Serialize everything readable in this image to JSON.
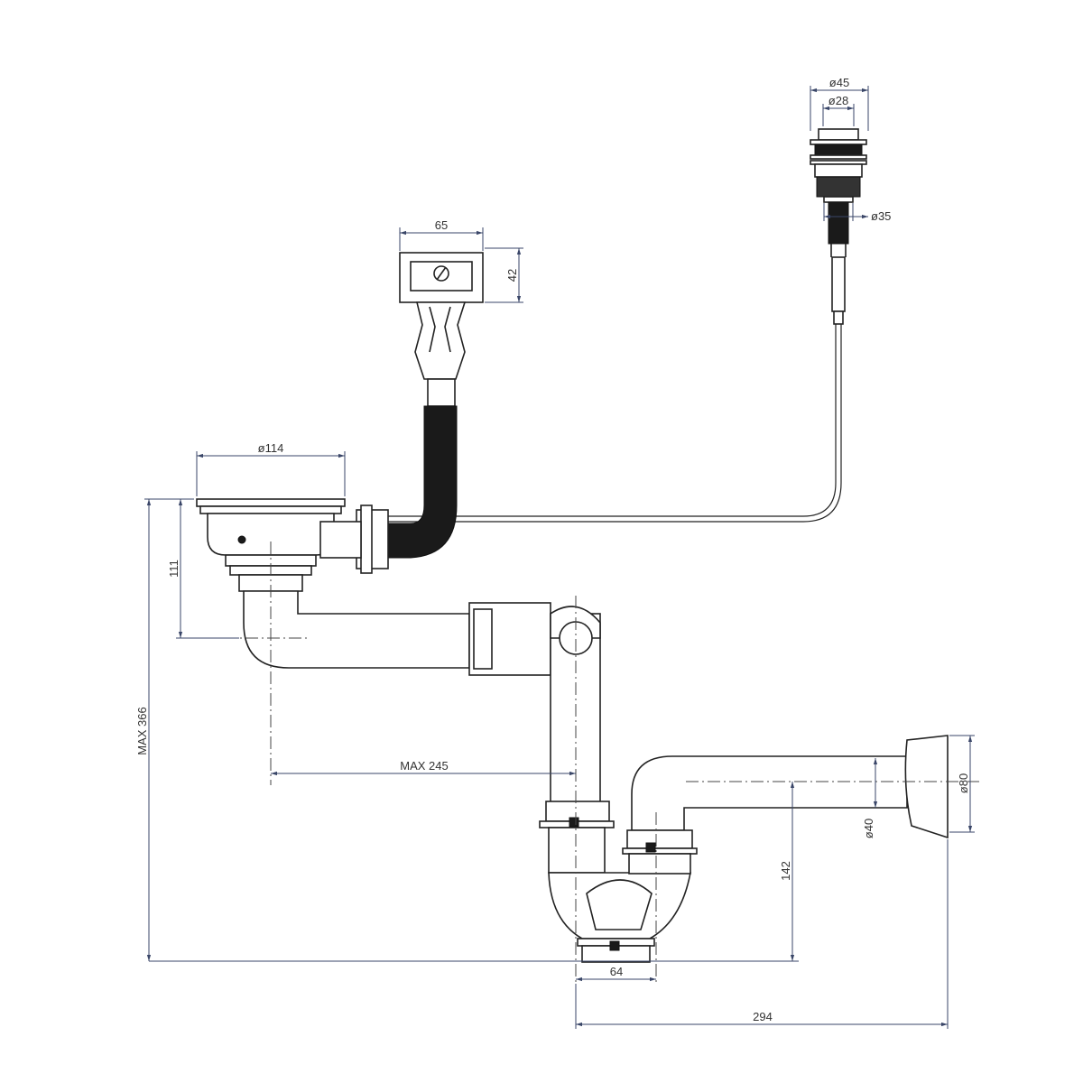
{
  "title": "Sink strainer waste kit with overflow and bottle trap - dimension drawing",
  "dimensions": {
    "pushbutton_outer": "ø45",
    "pushbutton_inner": "ø28",
    "pushbutton_thread": "ø35",
    "overflow_width": "65",
    "overflow_height": "42",
    "strainer_diameter": "ø114",
    "strainer_height": "111",
    "max_height": "MAX 366",
    "max_horizontal": "MAX 245",
    "wall_flange": "ø80",
    "outlet_pipe": "ø40",
    "outlet_height": "142",
    "trap_width": "64",
    "total_depth": "294"
  }
}
